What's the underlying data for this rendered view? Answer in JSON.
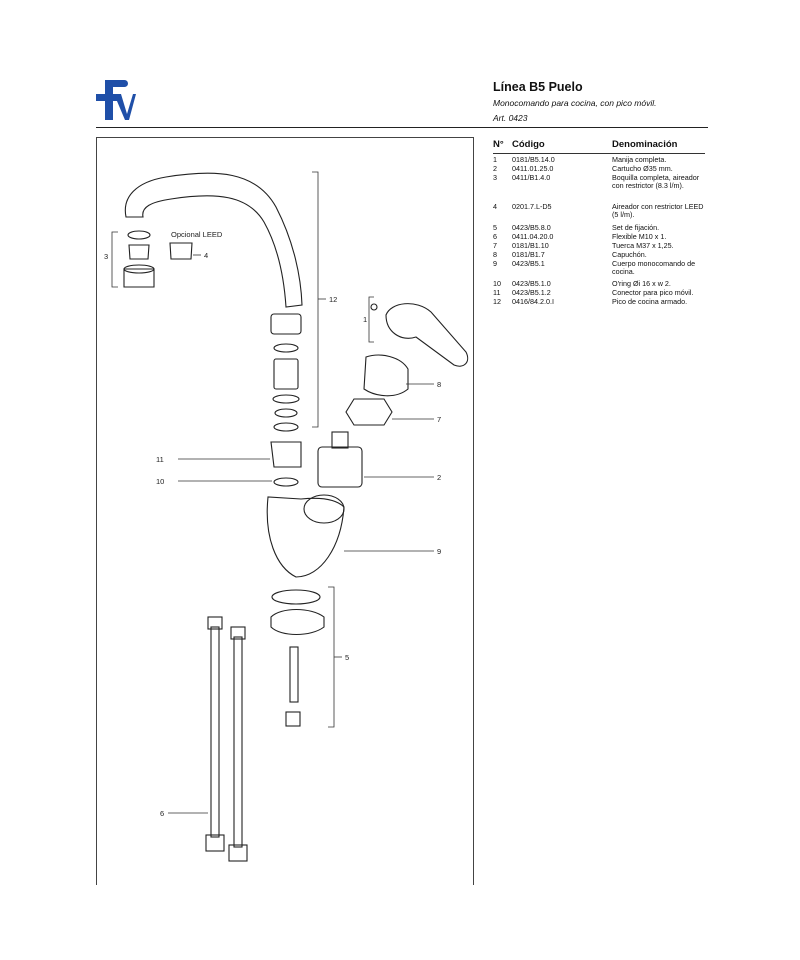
{
  "header": {
    "brand_logo_text": "fv",
    "title": "Línea B5 Puelo",
    "subtitle": "Monocomando para cocina, con pico móvil.",
    "article": "Art. 0423"
  },
  "table": {
    "headers": {
      "num": "N°",
      "code": "Código",
      "name": "Denominación"
    },
    "rows": [
      {
        "n": "1",
        "code": "0181/B5.14.0",
        "name": "Manija completa."
      },
      {
        "n": "2",
        "code": "0411.01.25.0",
        "name": "Cartucho Ø35 mm."
      },
      {
        "n": "3",
        "code": "0411/B1.4.0",
        "name": "Boquilla completa, aireador con restrictor (8.3 l/m)."
      },
      {
        "n": "4",
        "code": "0201.7.L-D5",
        "name": "Aireador con restrictor LEED (5 l/m)."
      },
      {
        "n": "5",
        "code": "0423/B5.8.0",
        "name": "Set de fijación."
      },
      {
        "n": "6",
        "code": "0411.04.20.0",
        "name": "Flexible M10 x 1."
      },
      {
        "n": "7",
        "code": "0181/B1.10",
        "name": "Tuerca M37 x 1,25."
      },
      {
        "n": "8",
        "code": "0181/B1.7",
        "name": "Capuchón."
      },
      {
        "n": "9",
        "code": "0423/B5.1",
        "name": "Cuerpo monocomando de cocina."
      },
      {
        "n": "10",
        "code": "0423/B5.1.0",
        "name": "O'ring Øi 16 x w 2."
      },
      {
        "n": "11",
        "code": "0423/B5.1.2",
        "name": "Conector para pico móvil."
      },
      {
        "n": "12",
        "code": "0416/84.2.0.I",
        "name": "Pico de cocina armado."
      }
    ]
  },
  "diagram": {
    "optional_label": "Opcional LEED",
    "callouts": [
      "1",
      "2",
      "3",
      "4",
      "5",
      "6",
      "7",
      "8",
      "9",
      "10",
      "11",
      "12"
    ]
  },
  "colors": {
    "brand": "#1f4fa8",
    "line": "#222222"
  }
}
